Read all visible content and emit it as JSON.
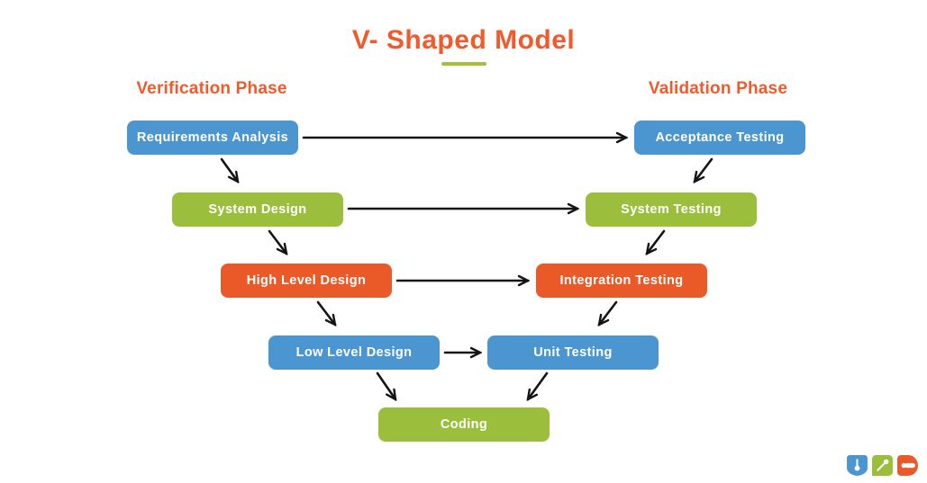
{
  "title": {
    "text": "V- Shaped Model"
  },
  "phase_labels": {
    "verification": "Verification Phase",
    "validation": "Validation Phase"
  },
  "colors": {
    "title_accent": "#F2592B",
    "underline": "#A5C13C",
    "blue": "#4B96D0",
    "green": "#9BBE3C",
    "orange": "#EA5A28",
    "arrow": "#141414",
    "text_on_box": "#FFFFFF"
  },
  "nodes": [
    {
      "id": "requirements-analysis",
      "label": "Requirements Analysis",
      "color": "blue"
    },
    {
      "id": "acceptance-testing",
      "label": "Acceptance Testing",
      "color": "blue"
    },
    {
      "id": "system-design",
      "label": "System Design",
      "color": "green"
    },
    {
      "id": "system-testing",
      "label": "System Testing",
      "color": "green"
    },
    {
      "id": "high-level-design",
      "label": "High Level Design",
      "color": "orange"
    },
    {
      "id": "integration-testing",
      "label": "Integration Testing",
      "color": "orange"
    },
    {
      "id": "low-level-design",
      "label": "Low Level Design",
      "color": "blue"
    },
    {
      "id": "unit-testing",
      "label": "Unit Testing",
      "color": "blue"
    },
    {
      "id": "coding",
      "label": "Coding",
      "color": "green"
    }
  ],
  "footer_logo": {
    "icons": [
      "blue-badge-pin-icon",
      "green-leaf-pen-icon",
      "orange-arrow-badge-icon"
    ]
  }
}
